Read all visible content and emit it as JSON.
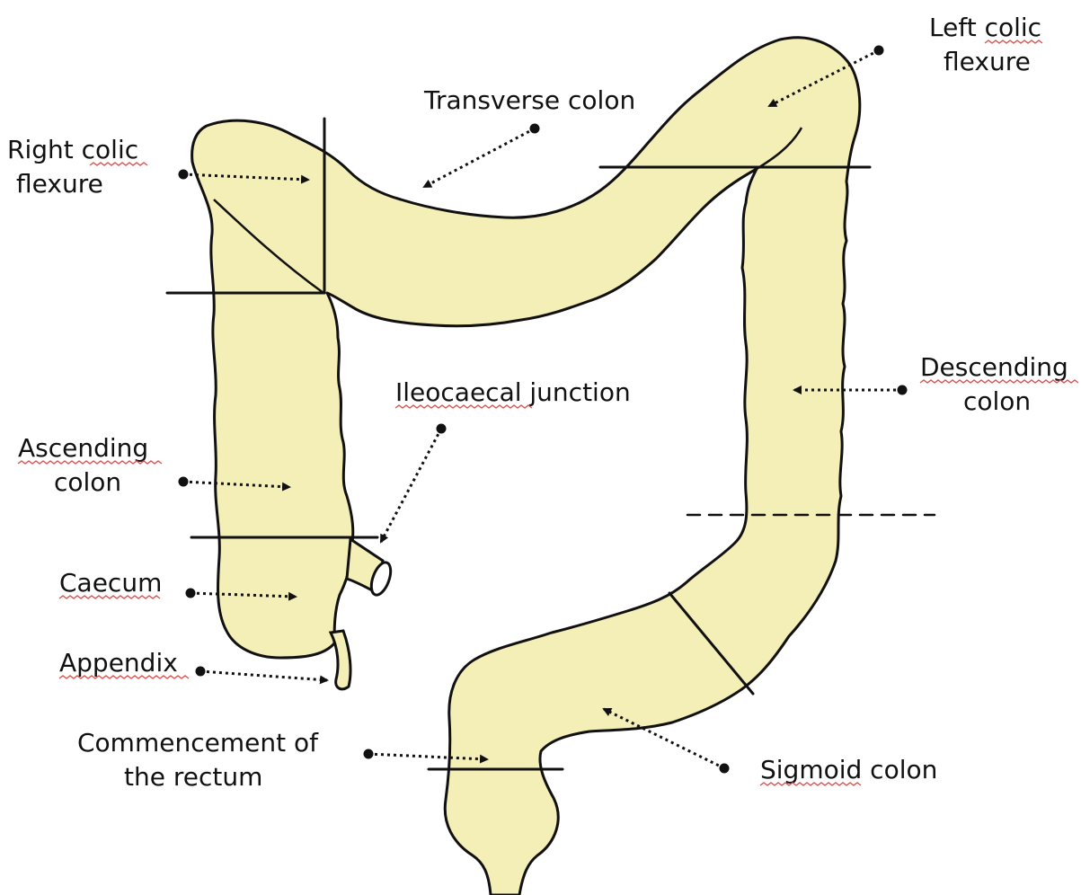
{
  "colors": {
    "colon_fill": "#F4EEB7",
    "outline": "#111111",
    "spellcheck_underline": "#E0504A",
    "background": "#FFFFFF"
  },
  "labels": {
    "right_colic_flexure": [
      "Right colic",
      "flexure"
    ],
    "transverse_colon": "Transverse colon",
    "left_colic_flexure": [
      "Left colic",
      "flexure"
    ],
    "descending_colon": [
      "Descending",
      "colon"
    ],
    "ileocaecal_junction": "Ileocaecal junction",
    "ascending_colon": [
      "Ascending",
      "colon"
    ],
    "caecum": "Caecum",
    "appendix": "Appendix",
    "commencement_of_rectum": [
      "Commencement of",
      "the rectum"
    ],
    "sigmoid_colon": "Sigmoid colon"
  }
}
